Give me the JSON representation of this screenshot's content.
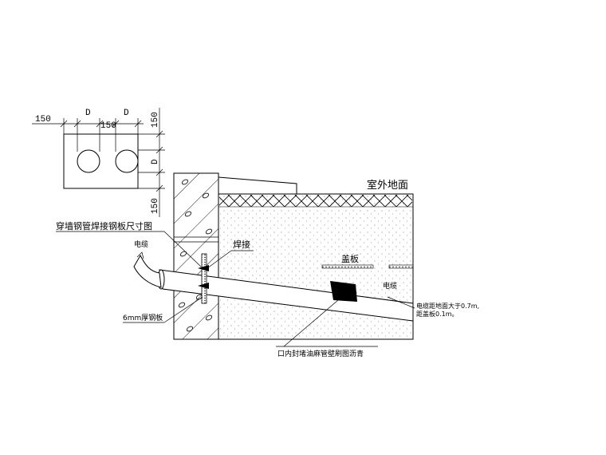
{
  "labels": {
    "outdoor_ground": "室外地面",
    "plate_size_title": "穿墙钢管焊接钢板尺寸图",
    "cable_left": "电缆",
    "weld": "焊接",
    "cover_plate": "盖板",
    "cable_right": "电缆",
    "depth_note_1": "电缆距地面大于0.7m,",
    "depth_note_2": "距盖板0.1m。",
    "steel_plate": "6mm厚钢板",
    "seal_note": "口内封堵油麻管壁刷图沥青"
  },
  "dimensions": {
    "left_margin": "150",
    "pipe_d1": "D",
    "pipe_gap": "150",
    "pipe_d2": "D",
    "top_margin": "150",
    "pipe_d_vertical": "D",
    "bottom_margin": "150"
  }
}
